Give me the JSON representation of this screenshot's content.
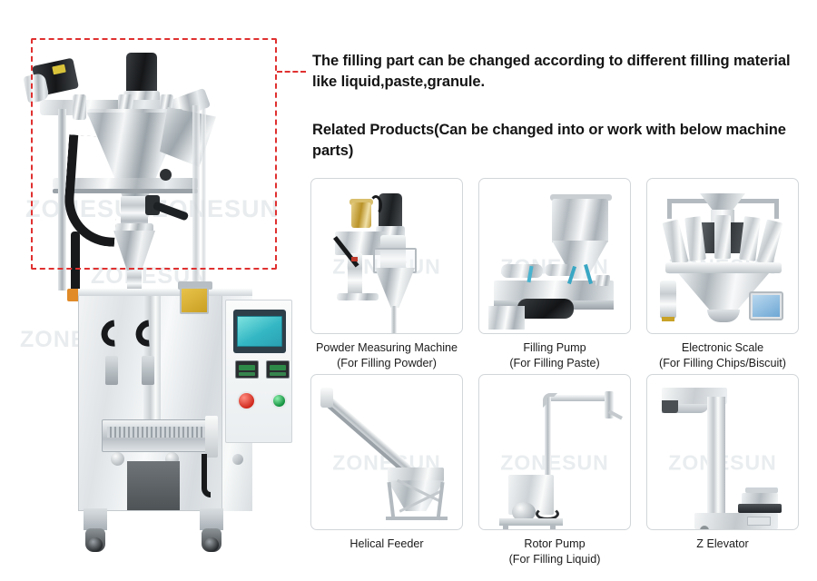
{
  "headline": {
    "line1": "The filling part can be changed according to different filling material like liquid,paste,granule.",
    "line2": "Related Products(Can be changed into or work with below machine parts)"
  },
  "brand": {
    "watermark": "ZONESUN"
  },
  "callout": {
    "accent_color": "#e03030",
    "style": "dashed-rectangle"
  },
  "main_machine": {
    "name": "vertical-form-fill-seal-packing-machine",
    "control_panel": {
      "hmi_color": "#34b7c4",
      "start_button_color": "#13913f",
      "stop_button_color": "#d02a1e"
    }
  },
  "products": [
    {
      "id": "powder-measuring-machine",
      "title": "Powder Measuring Machine",
      "subtitle": "(For Filling Powder)",
      "watermark": "ZONESUN"
    },
    {
      "id": "filling-pump",
      "title": "Filling Pump",
      "subtitle": "(For Filling Paste)",
      "watermark": "ZONESUN"
    },
    {
      "id": "electronic-scale",
      "title": "Electronic Scale",
      "subtitle": "(For Filling Chips/Biscuit)",
      "watermark": "ZONESUN"
    },
    {
      "id": "helical-feeder",
      "title": "Helical Feeder",
      "subtitle": "",
      "watermark": "ZONESUN"
    },
    {
      "id": "rotor-pump",
      "title": "Rotor Pump",
      "subtitle": "(For Filling Liquid)",
      "watermark": "ZONESUN"
    },
    {
      "id": "z-elevator",
      "title": "Z Elevator",
      "subtitle": "",
      "watermark": "ZONESUN"
    }
  ]
}
